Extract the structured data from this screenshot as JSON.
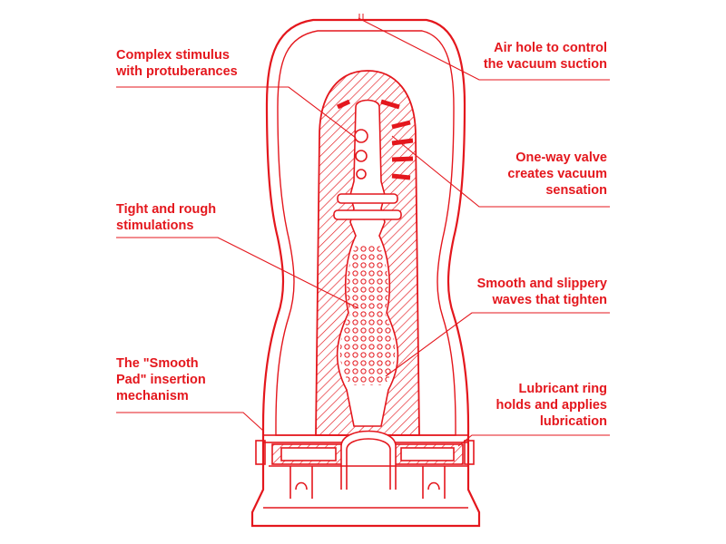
{
  "colors": {
    "accent": "#e4171d",
    "background": "#ffffff"
  },
  "labels": {
    "complex_stimulus": [
      "Complex stimulus",
      "with protuberances"
    ],
    "tight_rough": [
      "Tight and rough",
      "stimulations"
    ],
    "smooth_pad": [
      "The \"Smooth",
      "Pad\" insertion",
      "mechanism"
    ],
    "air_hole": [
      "Air hole to control",
      "the vacuum suction"
    ],
    "one_way_valve": [
      "One-way valve",
      "creates vacuum",
      "sensation"
    ],
    "smooth_waves": [
      "Smooth and slippery",
      "waves that tighten"
    ],
    "lubricant_ring": [
      "Lubricant ring",
      "holds and applies",
      "lubrication"
    ]
  }
}
